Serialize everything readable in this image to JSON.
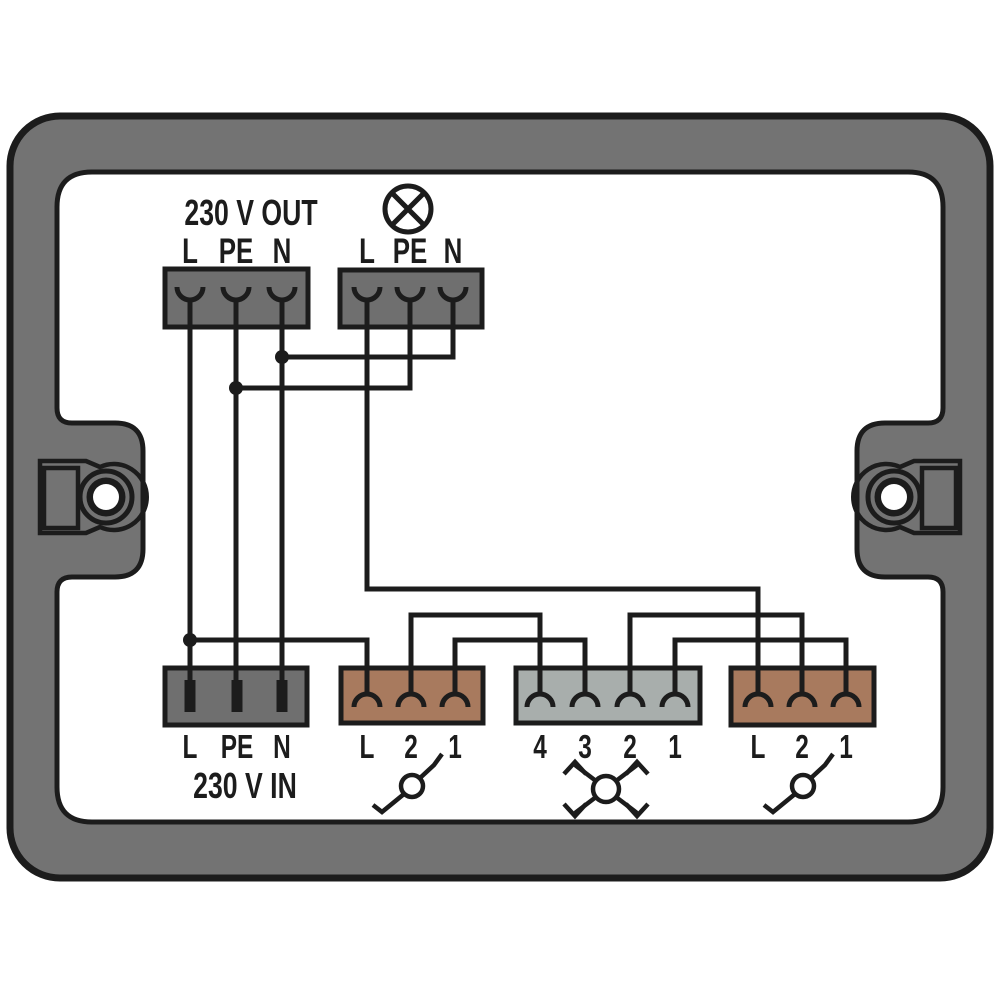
{
  "colors": {
    "frame": "#737373",
    "block_dark": "#6f6f6f",
    "block_brown": "#a87a5e",
    "block_light": "#a8aeac",
    "line": "#1c1c1c",
    "background": "#ffffff"
  },
  "top_left_block": {
    "title": "230 V OUT",
    "terminals": [
      "L",
      "PE",
      "N"
    ]
  },
  "lamp_block": {
    "icon": "lamp-icon",
    "terminals": [
      "L",
      "PE",
      "N"
    ]
  },
  "bottom_left_block": {
    "title": "230 V IN",
    "terminals": [
      "L",
      "PE",
      "N"
    ]
  },
  "switch_left_block": {
    "icon": "two-way-switch-icon",
    "terminals": [
      "L",
      "2",
      "1"
    ]
  },
  "cross_switch_block": {
    "icon": "cross-switch-icon",
    "terminals": [
      "4",
      "3",
      "2",
      "1"
    ]
  },
  "switch_right_block": {
    "icon": "two-way-switch-icon",
    "terminals": [
      "L",
      "2",
      "1"
    ]
  }
}
